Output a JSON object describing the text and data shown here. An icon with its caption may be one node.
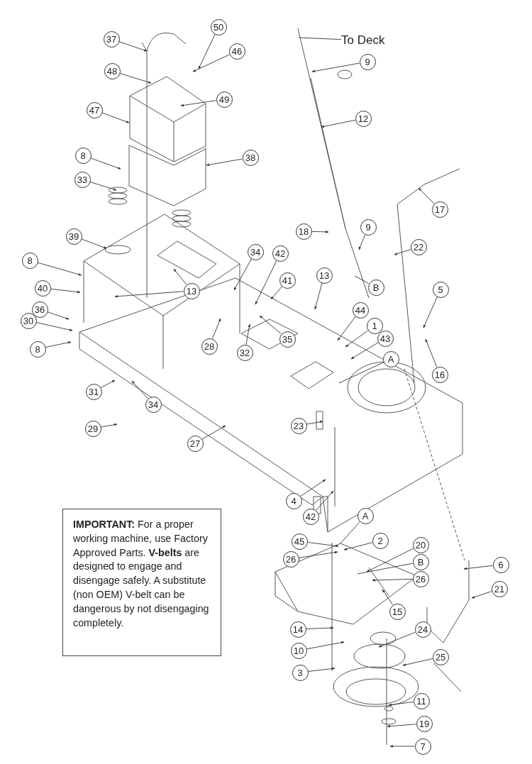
{
  "diagram": {
    "nodes": [
      {
        "text": [
          "To Deck"
        ]
      },
      {
        "text": [
          "37"
        ]
      },
      {
        "text": [
          "50"
        ]
      },
      {
        "text": [
          "46"
        ]
      },
      {
        "text": [
          "9"
        ]
      },
      {
        "text": [
          "48"
        ]
      },
      {
        "text": [
          "49"
        ]
      },
      {
        "text": [
          "47"
        ]
      },
      {
        "text": [
          "12"
        ]
      },
      {
        "text": [
          "38"
        ]
      },
      {
        "text": [
          "8"
        ]
      },
      {
        "text": [
          "33"
        ]
      },
      {
        "text": [
          "17"
        ]
      },
      {
        "text": [
          "9"
        ]
      },
      {
        "text": [
          "18"
        ]
      },
      {
        "text": [
          "39"
        ]
      },
      {
        "text": [
          "22"
        ]
      },
      {
        "text": [
          "34"
        ]
      },
      {
        "text": [
          "42"
        ]
      },
      {
        "text": [
          "8"
        ]
      },
      {
        "text": [
          "13"
        ]
      },
      {
        "text": [
          "40"
        ]
      },
      {
        "text": [
          "41"
        ]
      },
      {
        "text": [
          "B"
        ]
      },
      {
        "text": [
          "5"
        ]
      },
      {
        "text": [
          "13"
        ]
      },
      {
        "text": [
          "44"
        ]
      },
      {
        "text": [
          "36"
        ]
      },
      {
        "text": [
          "30"
        ]
      },
      {
        "text": [
          "1"
        ]
      },
      {
        "text": [
          "35"
        ]
      },
      {
        "text": [
          "28"
        ]
      },
      {
        "text": [
          "43"
        ]
      },
      {
        "text": [
          "32"
        ]
      },
      {
        "text": [
          "8"
        ]
      },
      {
        "text": [
          "A"
        ]
      },
      {
        "text": [
          "16"
        ]
      },
      {
        "text": [
          "31"
        ]
      },
      {
        "text": [
          "34"
        ]
      },
      {
        "text": [
          "23"
        ]
      },
      {
        "text": [
          "29"
        ]
      },
      {
        "text": [
          "27"
        ]
      },
      {
        "text": [
          "4"
        ]
      },
      {
        "text": [
          "**IMPORTANT:** For a proper working machine, use Factory Approved Parts. **V-belts** are designed to engage and disengage safely. A substitute (non OEM) V-belt can be dangerous by not disengaging completely."
        ]
      },
      {
        "text": [
          "A"
        ]
      },
      {
        "text": [
          "42"
        ]
      },
      {
        "text": [
          "2"
        ]
      },
      {
        "text": [
          "45"
        ]
      },
      {
        "text": [
          "20"
        ]
      },
      {
        "text": [
          "26"
        ]
      },
      {
        "text": [
          "B"
        ]
      },
      {
        "text": [
          "6"
        ]
      },
      {
        "text": [
          "26"
        ]
      },
      {
        "text": [
          "21"
        ]
      },
      {
        "text": [
          "15"
        ]
      },
      {
        "text": [
          "24"
        ]
      },
      {
        "text": [
          "14"
        ]
      },
      {
        "text": [
          "10"
        ]
      },
      {
        "text": [
          "25"
        ]
      },
      {
        "text": [
          "3"
        ]
      },
      {
        "text": [
          "11"
        ]
      },
      {
        "text": [
          "19"
        ]
      },
      {
        "text": [
          "7"
        ]
      }
    ],
    "edges": [
      {
        "from": 0,
        "to": null,
        "arrow": "none"
      },
      {
        "from": 1,
        "to": null,
        "arrow": "to"
      },
      {
        "from": 2,
        "to": null,
        "arrow": "to"
      },
      {
        "from": 3,
        "to": null,
        "arrow": "to"
      },
      {
        "from": 4,
        "to": null,
        "arrow": "to"
      },
      {
        "from": 5,
        "to": null,
        "arrow": "to"
      },
      {
        "from": 6,
        "to": null,
        "arrow": "to"
      },
      {
        "from": 7,
        "to": null,
        "arrow": "to"
      },
      {
        "from": 8,
        "to": null,
        "arrow": "to"
      },
      {
        "from": 9,
        "to": null,
        "arrow": "to"
      },
      {
        "from": 10,
        "to": null,
        "arrow": "to"
      },
      {
        "from": 11,
        "to": null,
        "arrow": "to"
      },
      {
        "from": 12,
        "to": null,
        "arrow": "to"
      },
      {
        "from": 13,
        "to": null,
        "arrow": "to"
      },
      {
        "from": 14,
        "to": null,
        "arrow": "to"
      },
      {
        "from": 15,
        "to": null,
        "arrow": "to"
      },
      {
        "from": 16,
        "to": null,
        "arrow": "to"
      },
      {
        "from": 17,
        "to": null,
        "arrow": "to"
      },
      {
        "from": 18,
        "to": null,
        "arrow": "to"
      },
      {
        "from": 19,
        "to": null,
        "arrow": "to"
      },
      {
        "from": 20,
        "to": null,
        "arrow": "to"
      },
      {
        "from": 21,
        "to": null,
        "arrow": "to"
      },
      {
        "from": 22,
        "to": null,
        "arrow": "to"
      },
      {
        "from": 23,
        "to": null,
        "arrow": "none"
      },
      {
        "from": 24,
        "to": null,
        "arrow": "to"
      },
      {
        "from": 25,
        "to": null,
        "arrow": "to"
      },
      {
        "from": 25,
        "to": null,
        "arrow": "to"
      },
      {
        "from": 26,
        "to": null,
        "arrow": "to"
      },
      {
        "from": 27,
        "to": null,
        "arrow": "to"
      },
      {
        "from": 28,
        "to": null,
        "arrow": "to"
      },
      {
        "from": 29,
        "to": null,
        "arrow": "to"
      },
      {
        "from": 30,
        "to": null,
        "arrow": "to"
      },
      {
        "from": 31,
        "to": null,
        "arrow": "to"
      },
      {
        "from": 32,
        "to": null,
        "arrow": "to"
      },
      {
        "from": 33,
        "to": null,
        "arrow": "to"
      },
      {
        "from": 34,
        "to": null,
        "arrow": "to"
      },
      {
        "from": 35,
        "to": null,
        "arrow": "none"
      },
      {
        "from": 36,
        "to": null,
        "arrow": "to"
      },
      {
        "from": 37,
        "to": null,
        "arrow": "to"
      },
      {
        "from": 38,
        "to": null,
        "arrow": "to"
      },
      {
        "from": 39,
        "to": null,
        "arrow": "to"
      },
      {
        "from": 40,
        "to": null,
        "arrow": "to"
      },
      {
        "from": 41,
        "to": null,
        "arrow": "to"
      },
      {
        "from": 42,
        "to": null,
        "arrow": "to"
      },
      {
        "from": 44,
        "to": null,
        "arrow": "none"
      },
      {
        "from": 45,
        "to": null,
        "arrow": "to"
      },
      {
        "from": 46,
        "to": null,
        "arrow": "to"
      },
      {
        "from": 47,
        "to": null,
        "arrow": "to"
      },
      {
        "from": 48,
        "to": null,
        "arrow": "to"
      },
      {
        "from": 49,
        "to": null,
        "arrow": "to"
      },
      {
        "from": 50,
        "to": null,
        "arrow": "none"
      },
      {
        "from": 51,
        "to": null,
        "arrow": "to"
      },
      {
        "from": 52,
        "to": null,
        "arrow": "to"
      },
      {
        "from": 53,
        "to": null,
        "arrow": "to"
      },
      {
        "from": 54,
        "to": null,
        "arrow": "to"
      },
      {
        "from": 55,
        "to": null,
        "arrow": "to"
      },
      {
        "from": 56,
        "to": null,
        "arrow": "to"
      },
      {
        "from": 57,
        "to": null,
        "arrow": "to"
      },
      {
        "from": 58,
        "to": null,
        "arrow": "to"
      },
      {
        "from": 59,
        "to": null,
        "arrow": "to"
      },
      {
        "from": 60,
        "to": null,
        "arrow": "to"
      },
      {
        "from": 61,
        "to": null,
        "arrow": "to"
      },
      {
        "from": 62,
        "to": null,
        "arrow": "to"
      }
    ]
  }
}
